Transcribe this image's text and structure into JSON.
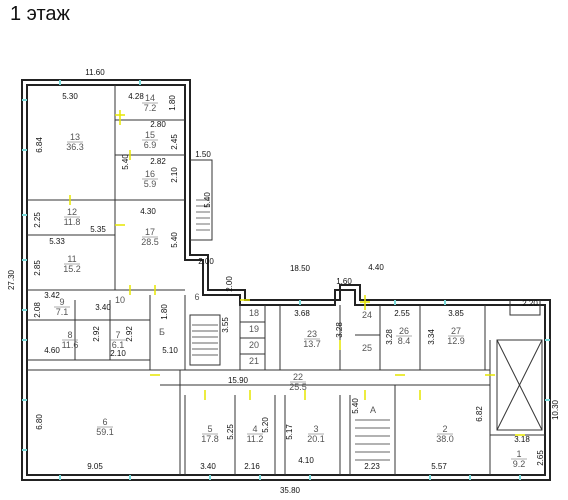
{
  "title": "1 этаж",
  "overall": {
    "top_width": "11.60",
    "bottom_width": "35.80",
    "left_height": "27.30",
    "right_height": "10.30",
    "mid_width": "18.50"
  },
  "rooms": [
    {
      "id": "r13",
      "num": "13",
      "area": "36.3"
    },
    {
      "id": "r14",
      "num": "14",
      "area": "7.2"
    },
    {
      "id": "r15",
      "num": "15",
      "area": "6.9"
    },
    {
      "id": "r16",
      "num": "16",
      "area": "5.9"
    },
    {
      "id": "r12",
      "num": "12",
      "area": "11.8"
    },
    {
      "id": "r11",
      "num": "11",
      "area": "15.2"
    },
    {
      "id": "r17",
      "num": "17",
      "area": "28.5"
    },
    {
      "id": "r9",
      "num": "9",
      "area": "7.1"
    },
    {
      "id": "r10",
      "num": "10",
      "area": ""
    },
    {
      "id": "r8",
      "num": "8",
      "area": "11.6"
    },
    {
      "id": "r7",
      "num": "7",
      "area": "6.1"
    },
    {
      "id": "rB",
      "num": "Б",
      "area": ""
    },
    {
      "id": "r6s",
      "num": "6",
      "area": ""
    },
    {
      "id": "r18",
      "num": "18",
      "area": ""
    },
    {
      "id": "r19",
      "num": "19",
      "area": ""
    },
    {
      "id": "r20",
      "num": "20",
      "area": ""
    },
    {
      "id": "r21",
      "num": "21",
      "area": ""
    },
    {
      "id": "r23",
      "num": "23",
      "area": "13.7"
    },
    {
      "id": "r24",
      "num": "24",
      "area": ""
    },
    {
      "id": "r25",
      "num": "25",
      "area": ""
    },
    {
      "id": "r26",
      "num": "26",
      "area": "8.4"
    },
    {
      "id": "r27",
      "num": "27",
      "area": "12.9"
    },
    {
      "id": "r22",
      "num": "22",
      "area": "25.5"
    },
    {
      "id": "r6",
      "num": "6",
      "area": "59.1"
    },
    {
      "id": "r5",
      "num": "5",
      "area": "17.8"
    },
    {
      "id": "r4",
      "num": "4",
      "area": "11.2"
    },
    {
      "id": "r3",
      "num": "3",
      "area": "20.1"
    },
    {
      "id": "rA",
      "num": "А",
      "area": ""
    },
    {
      "id": "r2",
      "num": "2",
      "area": "38.0"
    },
    {
      "id": "r1",
      "num": "1",
      "area": "9.2"
    }
  ],
  "dims": {
    "d530": "5.30",
    "d428": "4.28",
    "d180a": "1.80",
    "d684": "6.84",
    "d280": "2.80",
    "d245": "2.45",
    "d540a": "5.40",
    "d282": "2.82",
    "d210a": "2.10",
    "d150": "1.50",
    "d540b": "5.40",
    "d225": "2.25",
    "d535": "5.35",
    "d430": "4.30",
    "d533": "5.33",
    "d540c": "5.40",
    "d285": "2.85",
    "d200a": "2.00",
    "d200b": "2.00",
    "d160": "1.60",
    "d440": "4.40",
    "d342": "3.42",
    "d208": "2.08",
    "d340a": "3.40",
    "d180b": "1.80",
    "d355": "3.55",
    "d368": "3.68",
    "d328a": "3.28",
    "d255": "2.55",
    "d385": "3.85",
    "d220": "2.20",
    "d292a": "2.92",
    "d292b": "2.92",
    "d460": "4.60",
    "d210b": "2.10",
    "d510": "5.10",
    "d328b": "3.28",
    "d334": "3.34",
    "d1590": "15.90",
    "d680": "6.80",
    "d525": "5.25",
    "d520": "5.20",
    "d517": "5.17",
    "d540d": "5.40",
    "d682": "6.82",
    "d318": "3.18",
    "d265": "2.65",
    "d905": "9.05",
    "d340b": "3.40",
    "d216": "2.16",
    "d410": "4.10",
    "d223": "2.23",
    "d557": "5.57"
  }
}
